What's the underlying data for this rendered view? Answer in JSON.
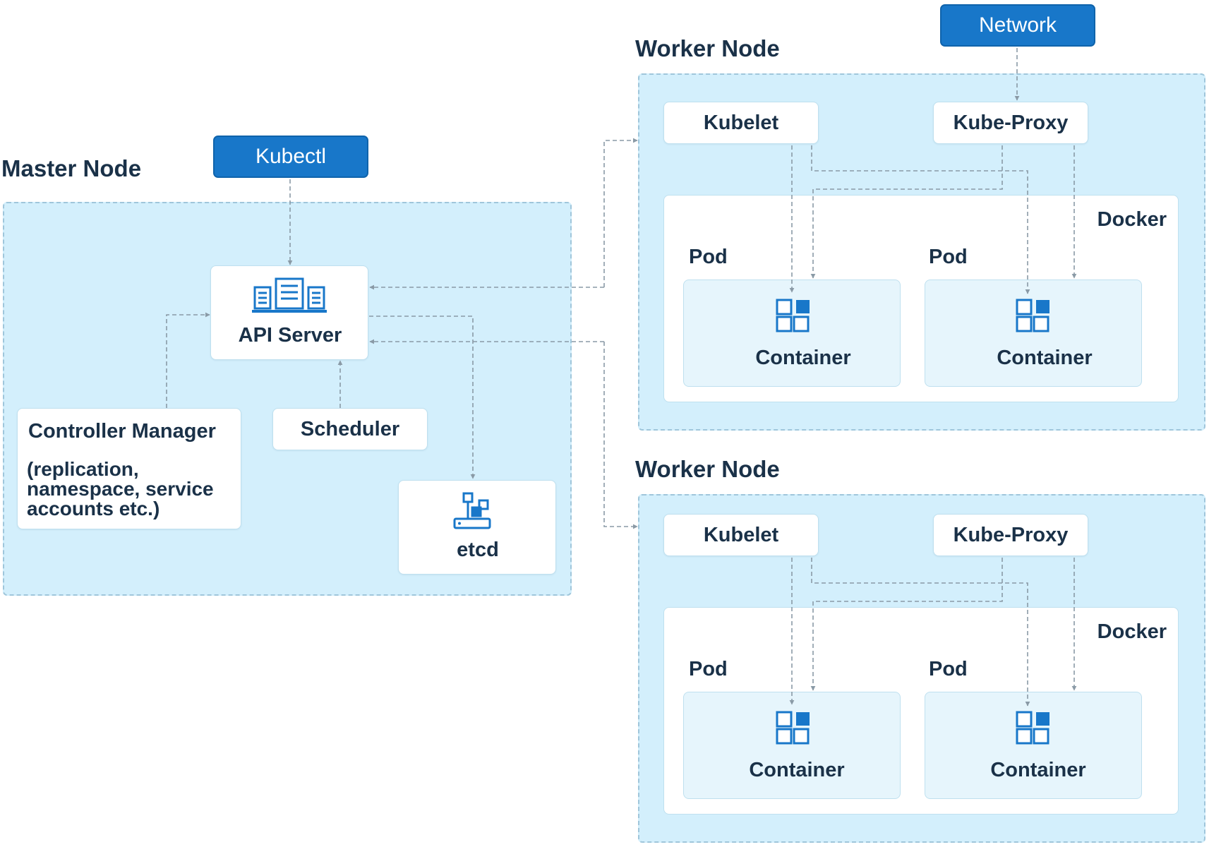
{
  "external": {
    "kubectl": "Kubectl",
    "network": "Network"
  },
  "master": {
    "title": "Master Node",
    "api_server": "API Server",
    "scheduler": "Scheduler",
    "controller_manager": "Controller Manager",
    "controller_manager_detail": [
      "(replication,",
      "namespace, service",
      "accounts etc.)"
    ],
    "etcd": "etcd"
  },
  "workers": [
    {
      "title": "Worker Node",
      "kubelet": "Kubelet",
      "kube_proxy": "Kube-Proxy",
      "runtime": "Docker",
      "pods": [
        {
          "label": "Pod",
          "container": "Container"
        },
        {
          "label": "Pod",
          "container": "Container"
        }
      ]
    },
    {
      "title": "Worker Node",
      "kubelet": "Kubelet",
      "kube_proxy": "Kube-Proxy",
      "runtime": "Docker",
      "pods": [
        {
          "label": "Pod",
          "container": "Container"
        },
        {
          "label": "Pod",
          "container": "Container"
        }
      ]
    }
  ],
  "colors": {
    "node_background": "#d3effc",
    "accent_blue": "#1877c9",
    "connector_gray": "#8a9aa6",
    "text_dark": "#1a3148"
  },
  "icons": {
    "api_server": "server-stack-icon",
    "etcd": "etcd-storage-icon",
    "container": "container-grid-icon"
  }
}
